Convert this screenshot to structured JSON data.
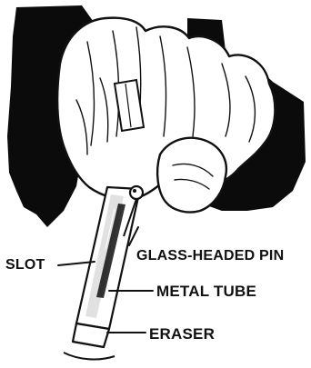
{
  "labels": {
    "slot": "SLOT",
    "glass_headed_pin": "GLASS-HEADED PIN",
    "metal_tube": "METAL TUBE",
    "eraser": "ERASER"
  },
  "colors": {
    "ink": "#111111",
    "paper": "#ffffff",
    "shadow": "#0b0b0b",
    "metal_shade": "#bdbdbd"
  }
}
